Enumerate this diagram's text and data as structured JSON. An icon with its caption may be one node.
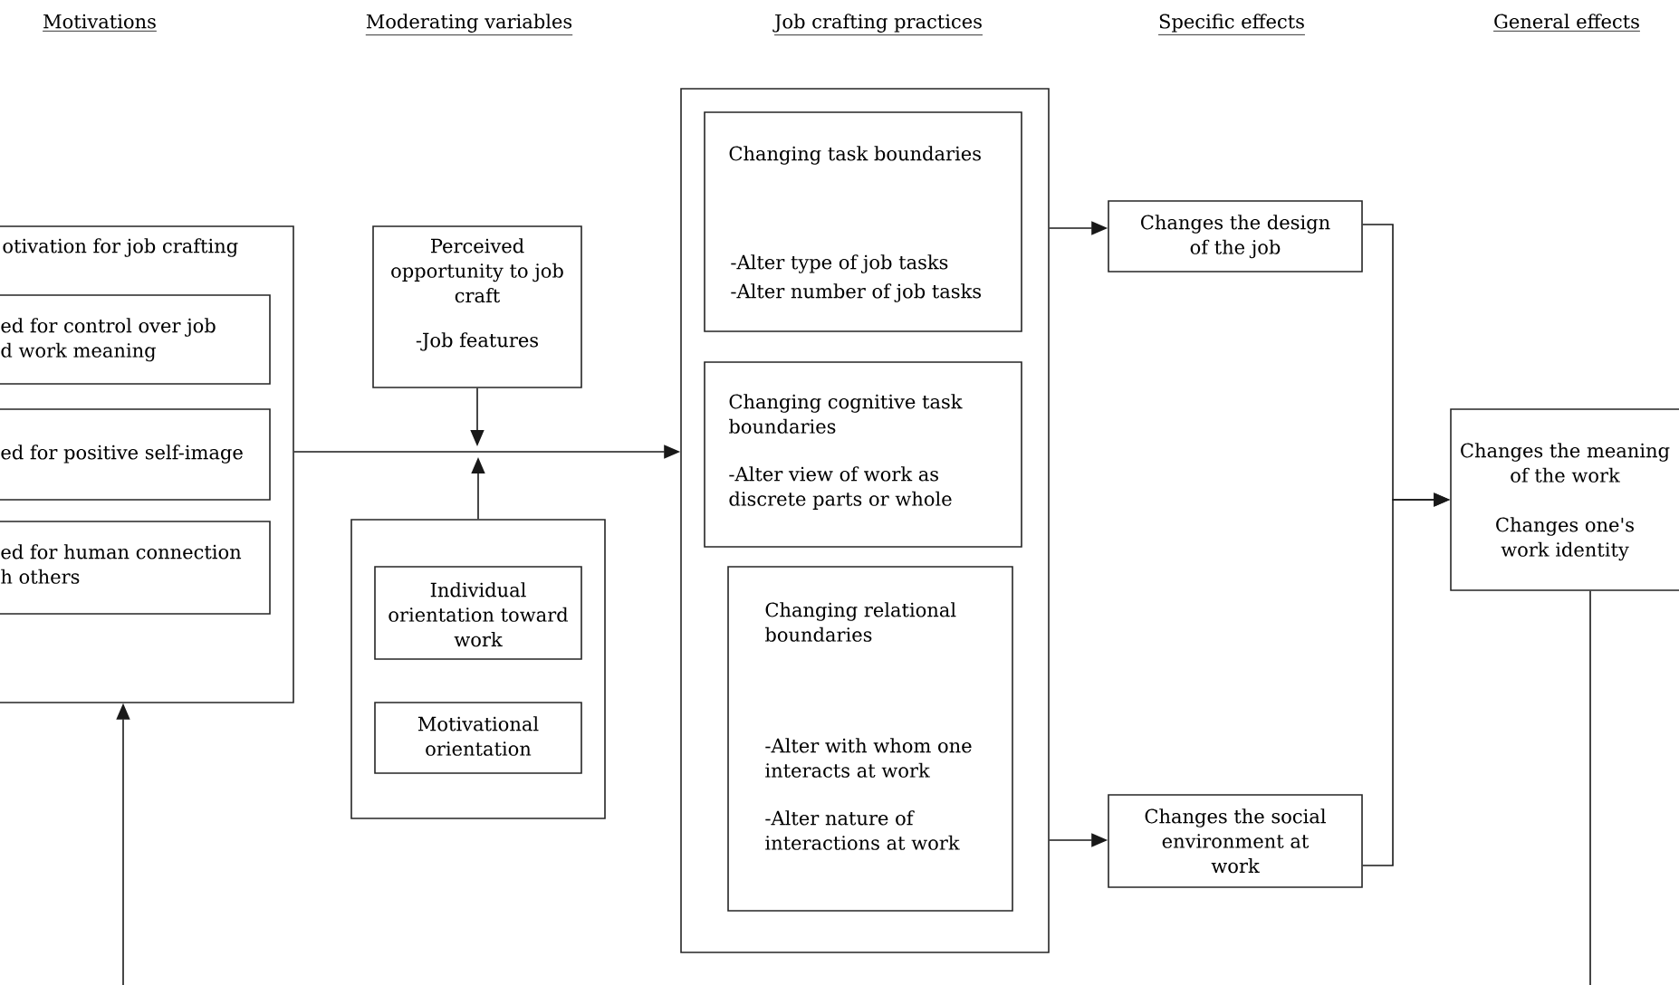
{
  "diagram": {
    "nodes": [
      {
        "text": [
          "otivation for job crafting"
        ]
      },
      {
        "text": [
          "ed for control over job d work meaning"
        ],
        "in": 0
      },
      {
        "text": [
          "ed for positive self-image"
        ],
        "in": 0
      },
      {
        "text": [
          "ed for human connection h others"
        ],
        "in": 0
      },
      {
        "text": [
          "Perceived opportunity to job craft",
          "-Job features"
        ]
      },
      {
        "text": [],
        "shape": "box"
      },
      {
        "text": [
          "Individual orientation toward work"
        ],
        "in": 5
      },
      {
        "text": [
          "Motivational orientation"
        ],
        "in": 5
      },
      {
        "text": [],
        "shape": "box"
      },
      {
        "text": [
          "Changing task boundaries",
          "-Alter type of job tasks",
          "-Alter number of job tasks"
        ],
        "in": 8
      },
      {
        "text": [
          "Changing cognitive task boundaries",
          "-Alter view of work as discrete parts or whole"
        ],
        "in": 8
      },
      {
        "text": [
          "Changing relational boundaries",
          "-Alter with whom one interacts at work",
          "-Alter nature of interactions at work"
        ],
        "in": 8
      },
      {
        "text": [
          "Changes the design of the job"
        ]
      },
      {
        "text": [
          "Changes the social environment at work"
        ]
      },
      {
        "text": [
          "Changes the meaning of the work",
          "Changes one's work identity"
        ]
      }
    ],
    "edges": [
      {
        "from": 0,
        "to": 8,
        "arrow": "to"
      },
      {
        "from": 4,
        "to": null,
        "arrow": "to"
      },
      {
        "from": 5,
        "to": null,
        "arrow": "to"
      },
      {
        "from": 8,
        "to": 12,
        "arrow": "to"
      },
      {
        "from": 8,
        "to": 13,
        "arrow": "to"
      },
      {
        "from": 12,
        "to": 14,
        "arrow": "to"
      },
      {
        "from": 13,
        "to": 14,
        "arrow": "to"
      },
      {
        "from": 14,
        "to": null,
        "arrow": "none"
      },
      {
        "from": null,
        "to": 0,
        "arrow": "to"
      }
    ],
    "labels": [
      "Motivations",
      "Moderating variables",
      "Job crafting practices",
      "Specific effects",
      "General effects"
    ]
  }
}
